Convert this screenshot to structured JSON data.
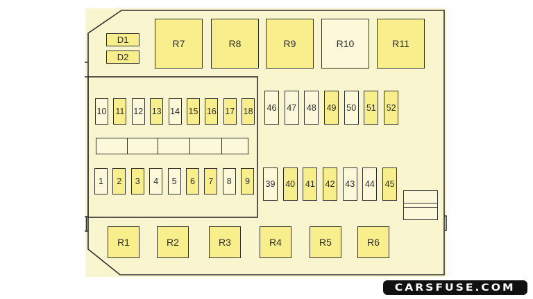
{
  "colors": {
    "fill": "#f9f6cf",
    "yellow": "#f8ef8c",
    "pale": "#fcf9da",
    "stroke": "#2e2e2e"
  },
  "diodes": [
    {
      "label": "D1",
      "color": "yellow"
    },
    {
      "label": "D2",
      "color": "yellow"
    }
  ],
  "relays_top": [
    {
      "label": "R7",
      "color": "yellow"
    },
    {
      "label": "R8",
      "color": "yellow"
    },
    {
      "label": "R9",
      "color": "yellow"
    },
    {
      "label": "R10",
      "color": "pale"
    },
    {
      "label": "R11",
      "color": "yellow"
    }
  ],
  "relays_bottom": [
    {
      "label": "R1",
      "color": "yellow"
    },
    {
      "label": "R2",
      "color": "yellow"
    },
    {
      "label": "R3",
      "color": "yellow"
    },
    {
      "label": "R4",
      "color": "yellow"
    },
    {
      "label": "R5",
      "color": "yellow"
    },
    {
      "label": "R6",
      "color": "yellow"
    }
  ],
  "fuse_rows": {
    "left_upper": [
      {
        "label": "10",
        "color": "pale"
      },
      {
        "label": "11",
        "color": "yellow"
      },
      {
        "label": "12",
        "color": "pale"
      },
      {
        "label": "13",
        "color": "yellow"
      },
      {
        "label": "14",
        "color": "pale"
      },
      {
        "label": "15",
        "color": "yellow"
      },
      {
        "label": "16",
        "color": "yellow"
      },
      {
        "label": "17",
        "color": "yellow"
      },
      {
        "label": "18",
        "color": "yellow"
      }
    ],
    "left_lower": [
      {
        "label": "1",
        "color": "pale"
      },
      {
        "label": "2",
        "color": "yellow"
      },
      {
        "label": "3",
        "color": "yellow"
      },
      {
        "label": "4",
        "color": "pale"
      },
      {
        "label": "5",
        "color": "pale"
      },
      {
        "label": "6",
        "color": "yellow"
      },
      {
        "label": "7",
        "color": "yellow"
      },
      {
        "label": "8",
        "color": "pale"
      },
      {
        "label": "9",
        "color": "yellow"
      }
    ],
    "right_upper": [
      {
        "label": "46",
        "color": "pale"
      },
      {
        "label": "47",
        "color": "pale"
      },
      {
        "label": "48",
        "color": "pale"
      },
      {
        "label": "49",
        "color": "yellow"
      },
      {
        "label": "50",
        "color": "pale"
      },
      {
        "label": "51",
        "color": "yellow"
      },
      {
        "label": "52",
        "color": "yellow"
      }
    ],
    "right_lower": [
      {
        "label": "39",
        "color": "pale"
      },
      {
        "label": "40",
        "color": "yellow"
      },
      {
        "label": "41",
        "color": "yellow"
      },
      {
        "label": "42",
        "color": "yellow"
      },
      {
        "label": "43",
        "color": "pale"
      },
      {
        "label": "44",
        "color": "pale"
      },
      {
        "label": "45",
        "color": "yellow"
      }
    ]
  },
  "spare_strip": {
    "slot_count": 5
  },
  "watermark": {
    "text": "CARSFUSE.COM"
  }
}
